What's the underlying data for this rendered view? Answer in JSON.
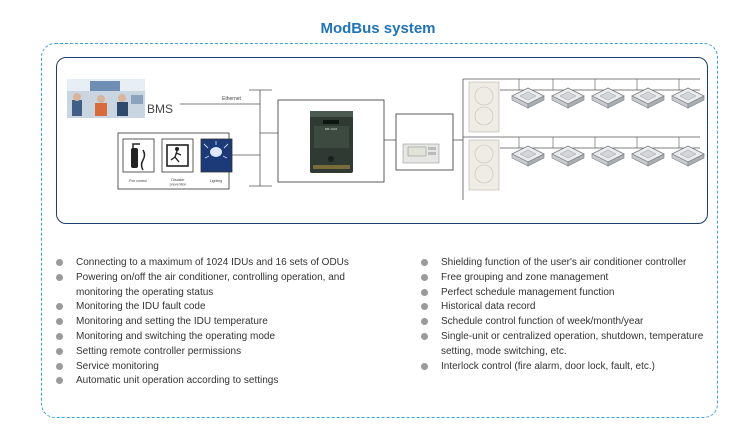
{
  "title": "ModBus system",
  "diagram": {
    "bms_label": "BMS",
    "ethernet_label": "Ethernet",
    "icons": [
      {
        "label": "Fire control",
        "name": "fire-extinguisher-icon"
      },
      {
        "label": "Disaster prevention",
        "name": "emergency-exit-icon"
      },
      {
        "label": "Lighting",
        "name": "lighting-icon"
      }
    ],
    "gateway_label": "MB-1024"
  },
  "features_left": [
    "Connecting to a maximum of 1024 IDUs and 16 sets of ODUs",
    "Powering on/off the air conditioner, controlling operation, and monitoring the operating status",
    "Monitoring the IDU fault code",
    "Monitoring and setting the IDU temperature",
    "Monitoring and switching the operating mode",
    "Setting remote controller permissions",
    "Service monitoring",
    "Automatic unit operation according to settings"
  ],
  "features_right": [
    "Shielding function of the user's air conditioner controller",
    "Free grouping and zone management",
    "Perfect schedule management function",
    "Historical data record",
    "Schedule control function of week/month/year",
    "Single-unit or centralized operation, shutdown, temperature setting, mode switching, etc.",
    "Interlock control (fire alarm, door lock, fault, etc.)"
  ]
}
